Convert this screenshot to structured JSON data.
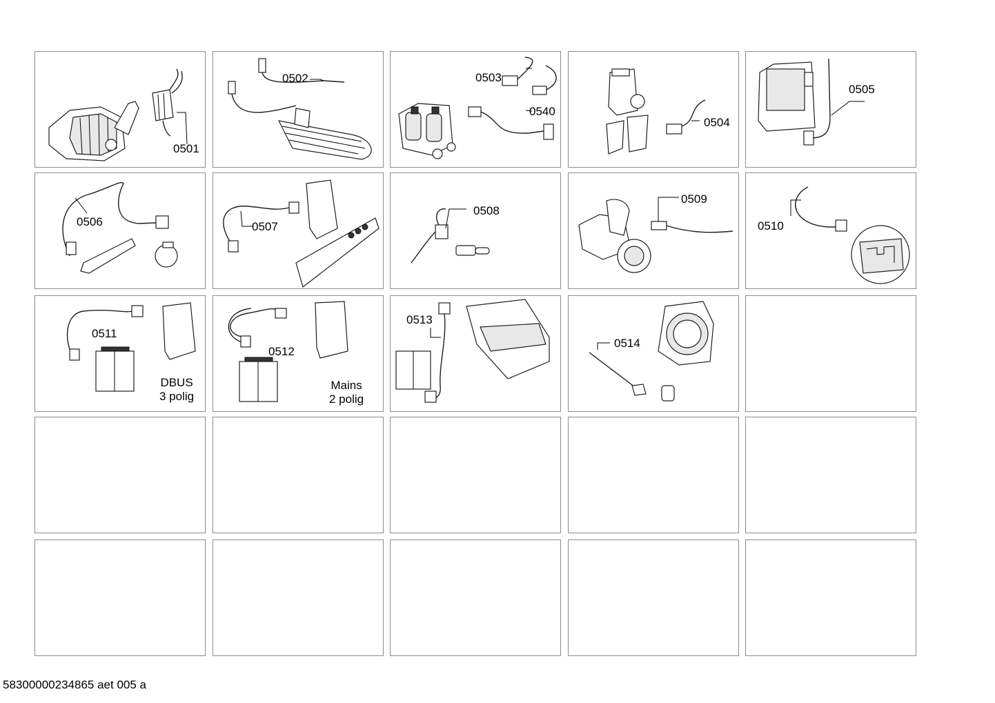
{
  "cells": [
    {
      "label": "0501"
    },
    {
      "label": "0502"
    },
    {
      "label": "0503",
      "label2": "0540"
    },
    {
      "label": "0504"
    },
    {
      "label": "0505"
    },
    {
      "label": "0506"
    },
    {
      "label": "0507"
    },
    {
      "label": "0508"
    },
    {
      "label": "0509"
    },
    {
      "label": "0510"
    },
    {
      "label": "0511",
      "note_line1": "DBUS",
      "note_line2": "3 polig"
    },
    {
      "label": "0512",
      "note_line1": "Mains",
      "note_line2": "2 polig"
    },
    {
      "label": "0513"
    },
    {
      "label": "0514"
    }
  ],
  "footer": {
    "code": "58300000234865 aet 005 a"
  }
}
